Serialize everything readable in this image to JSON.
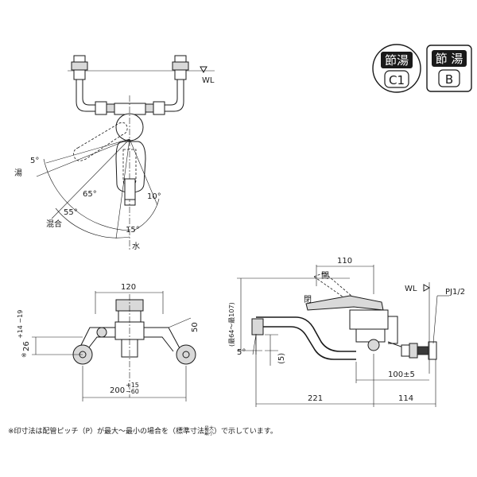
{
  "badges": [
    {
      "line1": "節湯",
      "line2": "C1"
    },
    {
      "line1": "節 湯",
      "line2": "B"
    }
  ],
  "labels": {
    "wl": "WL",
    "hot": "湯",
    "mix": "混合",
    "cold": "水",
    "open": "開",
    "close": "閉",
    "pipe": "PJ1/2"
  },
  "angles": {
    "a5_top": "5°",
    "a65": "65°",
    "a55": "55°",
    "a10": "10°",
    "a15": "15°",
    "a5_side": "5°"
  },
  "dims": {
    "front_width": "120",
    "front_depth": "50",
    "front_offset": "26",
    "front_offset_tol": "+14 −19",
    "front_offset_mark": "※",
    "pitch": "200",
    "pitch_tol_top": "+15",
    "pitch_tol_bottom": "−60",
    "side_lever": "110",
    "side_height": "(最64～最107)",
    "side_gap": "(5)",
    "side_inlet": "100±5",
    "side_spout": "221",
    "side_base": "114"
  },
  "note": {
    "text_a": "※印寸法は配管ピッチ（P）が最大～最小の場合を（標準寸法",
    "sup_top": "最大",
    "sup_bottom": "最小",
    "text_b": "）で示しています。"
  }
}
